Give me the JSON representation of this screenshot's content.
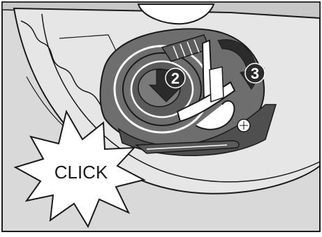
{
  "figure": {
    "callouts": [
      {
        "number": "2"
      },
      {
        "number": "3"
      }
    ],
    "click_label": "CLICK"
  },
  "colors": {
    "background": "#d9d9d9",
    "well": "#6e6e6e",
    "well_dark": "#4f4f4f",
    "arrow": "#2b2b2b",
    "line": "#1a1a1a",
    "white": "#ffffff"
  },
  "icons": {
    "starburst": "click-starburst-icon",
    "down_arrow": "push-down-arrow-icon",
    "rotate_arrow": "rotate-clockwise-arrow-icon"
  }
}
